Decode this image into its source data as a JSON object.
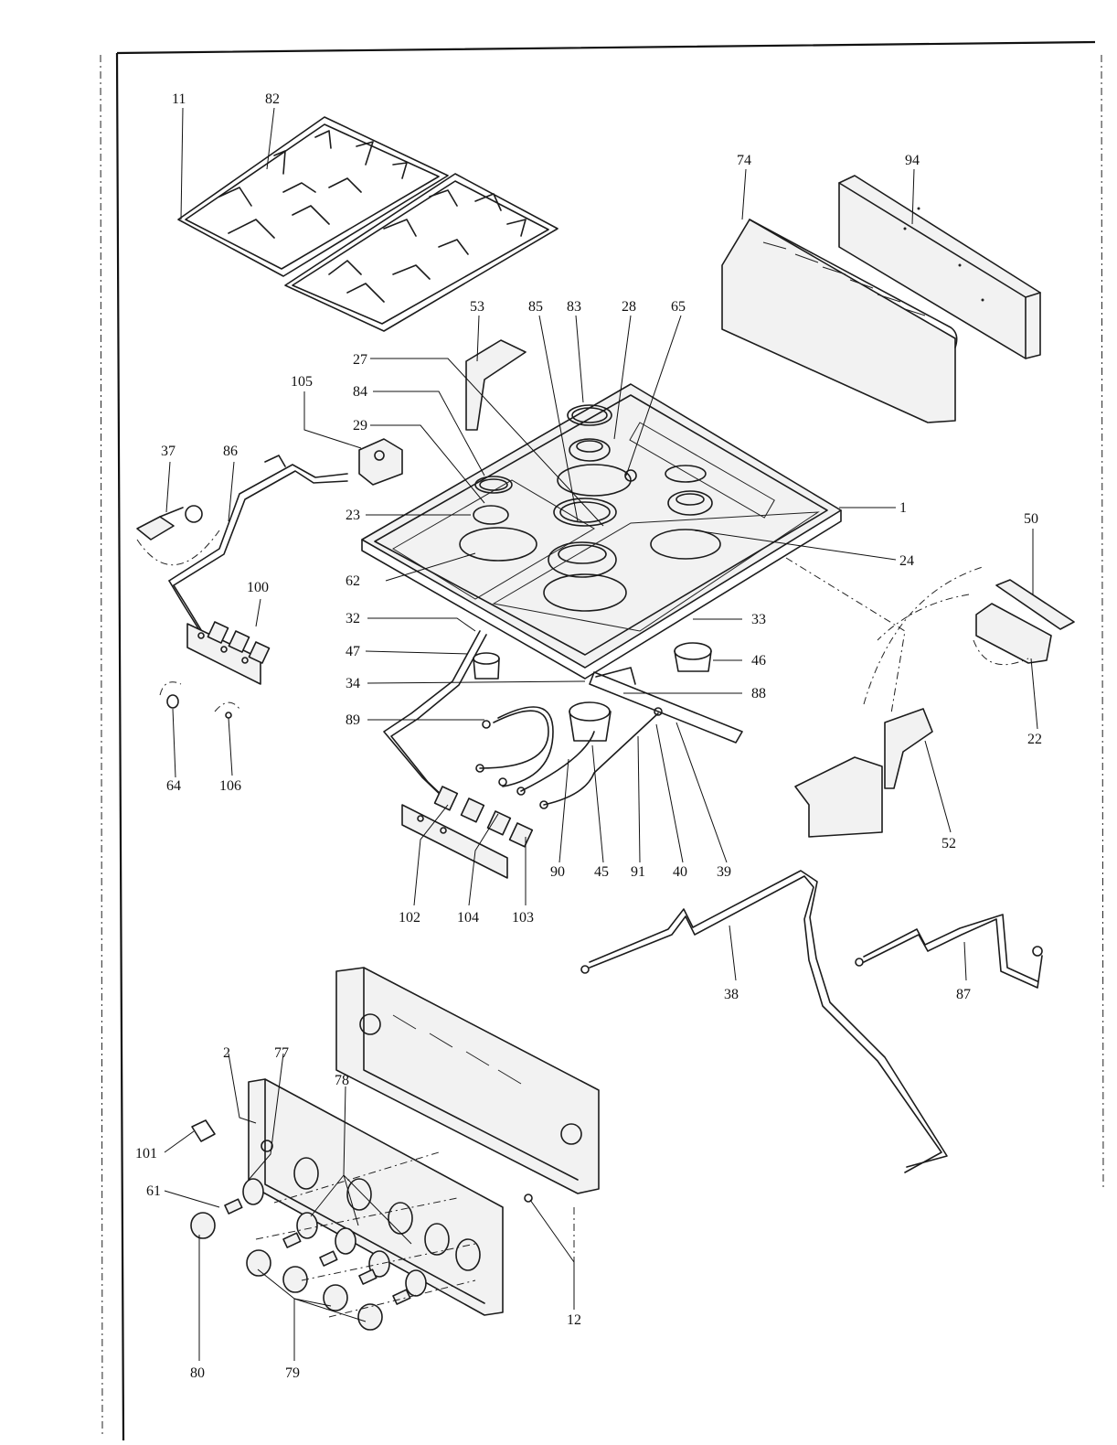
{
  "callouts": {
    "c1": "1",
    "c2": "2",
    "c11": "11",
    "c12": "12",
    "c22": "22",
    "c23": "23",
    "c24": "24",
    "c27": "27",
    "c28": "28",
    "c29": "29",
    "c32": "32",
    "c33": "33",
    "c34": "34",
    "c37": "37",
    "c38": "38",
    "c39": "39",
    "c40": "40",
    "c45": "45",
    "c46": "46",
    "c47": "47",
    "c50": "50",
    "c52": "52",
    "c53": "53",
    "c61": "61",
    "c62": "62",
    "c64": "64",
    "c65": "65",
    "c74": "74",
    "c77": "77",
    "c78": "78",
    "c79": "79",
    "c80": "80",
    "c82": "82",
    "c83": "83",
    "c84": "84",
    "c85": "85",
    "c86": "86",
    "c87": "87",
    "c88": "88",
    "c89": "89",
    "c90": "90",
    "c91": "91",
    "c94": "94",
    "c100": "100",
    "c101": "101",
    "c102": "102",
    "c103": "103",
    "c104": "104",
    "c105": "105",
    "c106": "106"
  }
}
